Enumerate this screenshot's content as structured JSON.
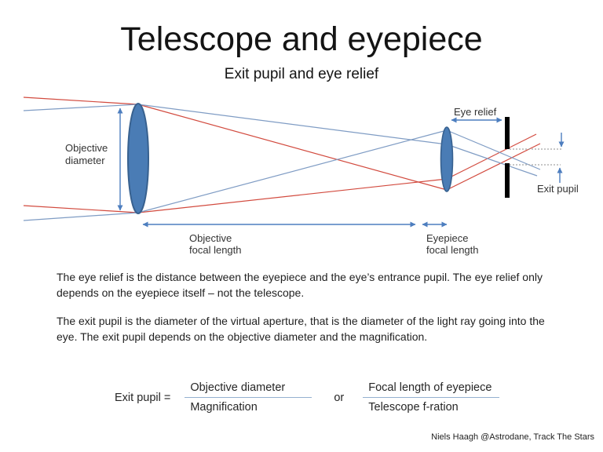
{
  "title": "Telescope and eyepiece",
  "subtitle": "Exit pupil and eye relief",
  "diagram": {
    "labels": {
      "objective_diameter": [
        "Objective",
        "diameter"
      ],
      "eye_relief": "Eye relief",
      "exit_pupil": "Exit pupil",
      "objective_focal": [
        "Objective",
        "focal length"
      ],
      "eyepiece_focal": [
        "Eyepiece",
        "focal length"
      ]
    },
    "colors": {
      "ray_red": "#d24a3e",
      "ray_blue": "#7f9cc4",
      "measure_blue": "#4d7ebf",
      "lens_fill": "#4a7cb5",
      "lens_stroke": "#38618f",
      "stop_black": "#000000",
      "dotted_gray": "#8f8f8f"
    }
  },
  "body": {
    "paragraph1_lines": [
      "The eye relief is the distance between the eyepiece and the eye’s entrance pupil. The eye relief only",
      "depends on the eyepiece itself – not the telescope."
    ],
    "paragraph2_lines": [
      "The exit pupil is the diameter of the virtual aperture, that is the diameter of the light ray going into the",
      "eye. The exit pupil depends on the objective diameter and the magnification."
    ]
  },
  "formula": {
    "lhs": "Exit pupil =",
    "fraction1": {
      "numerator": "Objective diameter",
      "denominator": "Magnification"
    },
    "or_word": "or",
    "fraction2": {
      "numerator": "Focal length of eyepiece",
      "denominator": "Telescope f-ration"
    }
  },
  "credit": "Niels Haagh @Astrodane, Track The Stars"
}
